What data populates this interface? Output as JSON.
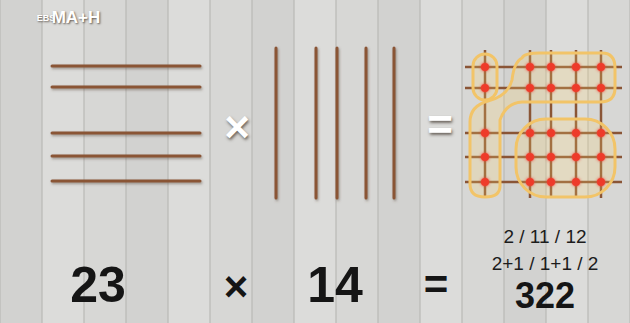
{
  "diagram": {
    "labels": [
      "EBS",
      "MA+H",
      "×",
      "=",
      "23",
      "×",
      "14",
      "=",
      "2 / 11 / 12",
      "2+1 / 1+1 / 2",
      "322"
    ]
  }
}
